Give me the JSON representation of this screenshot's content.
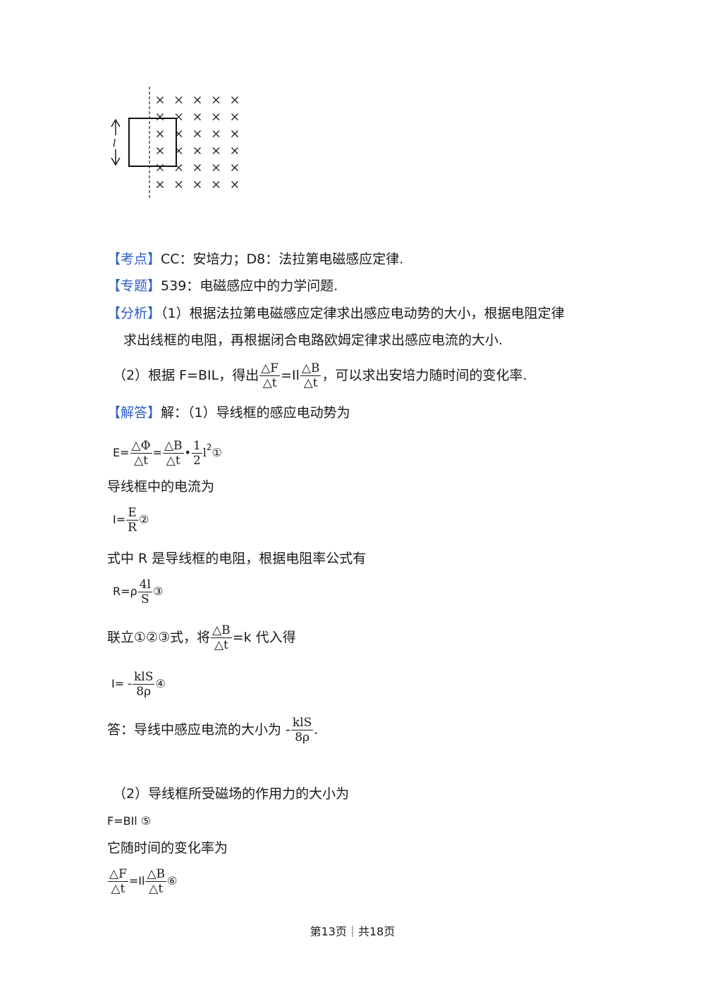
{
  "figure": {
    "length_label": "l",
    "cross_rows": 6,
    "cross_cols": 5
  },
  "kaodian": {
    "tag": "【考点】",
    "text": "CC：安培力；D8：法拉第电磁感应定律."
  },
  "zhuanti": {
    "tag": "【专题】",
    "text": "539：电磁感应中的力学问题."
  },
  "fenxi": {
    "tag": "【分析】",
    "line1": "（1）根据法拉第电磁感应定律求出感应电动势的大小，根据电阻定律",
    "line2": "求出线框的电阻，再根据闭合电路欧姆定律求出感应电流的大小."
  },
  "fenxi2": {
    "pre": "（2）根据 F=BIL，得出",
    "f_num": "△F",
    "f_den": "△t",
    "mid": "=Il",
    "b_num": "△B",
    "b_den": "△t",
    "post": "，可以求出安培力随时间的变化率."
  },
  "jieda": {
    "tag": "【解答】",
    "text": "解：（1）导线框的感应电动势为"
  },
  "eq1": {
    "lhs": "E=",
    "n1": "△Φ",
    "d1": "△t",
    "eq": "=",
    "n2": "△B",
    "d2": "△t",
    "dot": "•",
    "n3": "1",
    "d3": "2",
    "l": "l",
    "sup": "2",
    "mark": "①"
  },
  "t1": "导线框中的电流为",
  "eq2": {
    "lhs": "I=",
    "n": "E",
    "d": "R",
    "mark": "②"
  },
  "t2": "式中 R 是导线框的电阻，根据电阻率公式有",
  "eq3": {
    "lhs": "R=ρ",
    "n": "4l",
    "d": "S",
    "mark": "③"
  },
  "t3": {
    "pre": "联立①②③式，将",
    "n": "△B",
    "d": "△t",
    "post": "=k 代入得"
  },
  "eq4": {
    "lhs": "I= -",
    "n": "klS",
    "d": "8ρ",
    "mark": "④"
  },
  "ans": {
    "pre": "答：导线中感应电流的大小为 -",
    "n": "klS",
    "d": "8ρ",
    "post": "."
  },
  "p2": "（2）导线框所受磁场的作用力的大小为",
  "eq5": "F=BIl ⑤",
  "t4": "它随时间的变化率为",
  "eq6": {
    "n1": "△F",
    "d1": "△t",
    "mid": "=Il",
    "n2": "△B",
    "d2": "△t",
    "mark": "⑥"
  },
  "footer": "第13页｜共18页"
}
